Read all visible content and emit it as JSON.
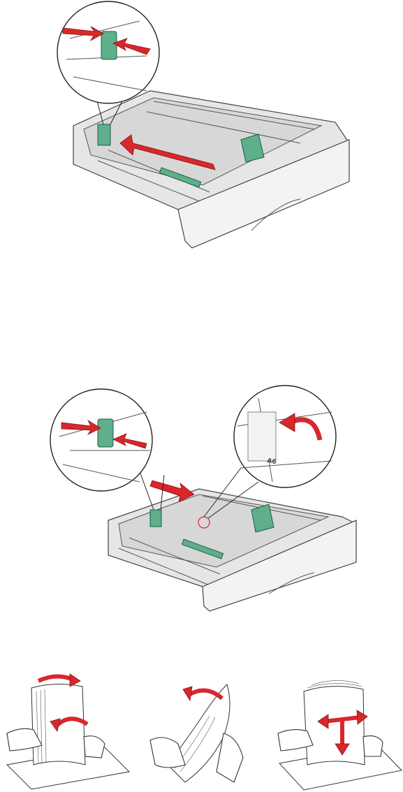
{
  "figures": {
    "step1": {
      "label": "adjust-width-guide"
    },
    "step2": {
      "label": "adjust-length-guide",
      "callout_tray_marking": "A6"
    },
    "step3": {
      "label": "flex-fan-straighten-paper"
    }
  },
  "colors": {
    "arrow": "#d8282d",
    "guide": "#5fae8c",
    "tray": "#e6e6e6",
    "outline": "#222222"
  }
}
